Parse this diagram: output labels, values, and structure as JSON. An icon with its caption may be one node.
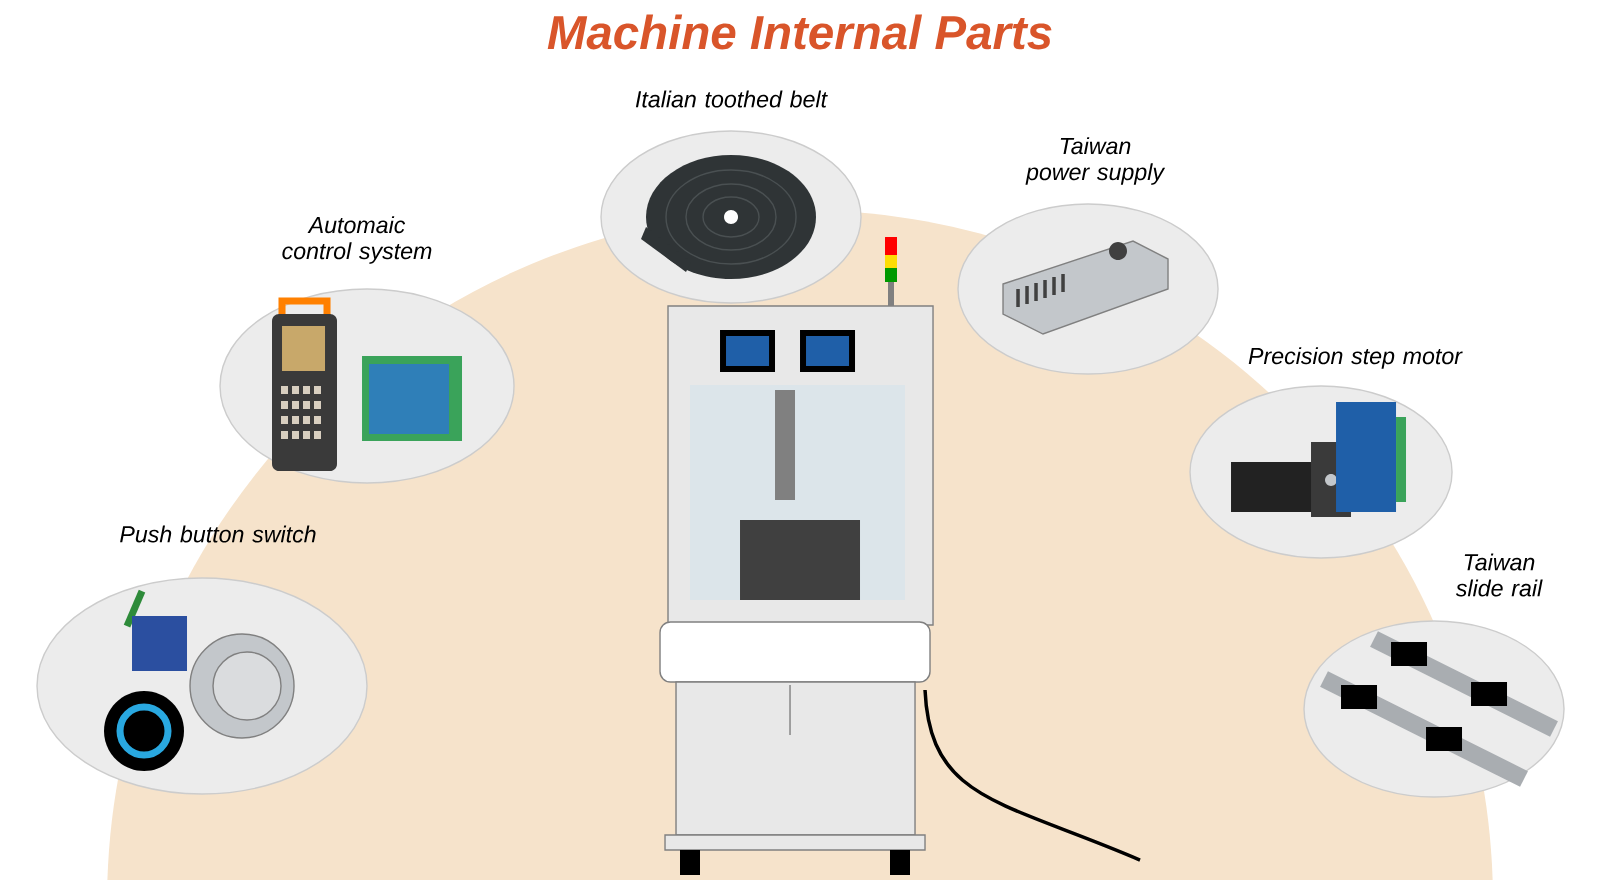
{
  "diagram": {
    "title": "Machine Internal Parts",
    "nodes": [
      {
        "text": [
          "Italian toothed belt"
        ]
      },
      {
        "text": [
          "Taiwan power supply"
        ]
      },
      {
        "text": [
          "Automaic control system"
        ]
      },
      {
        "text": [
          "Precision step motor"
        ]
      },
      {
        "text": [
          "Push button switch"
        ]
      },
      {
        "text": [
          "Taiwan slide rail"
        ]
      }
    ]
  }
}
